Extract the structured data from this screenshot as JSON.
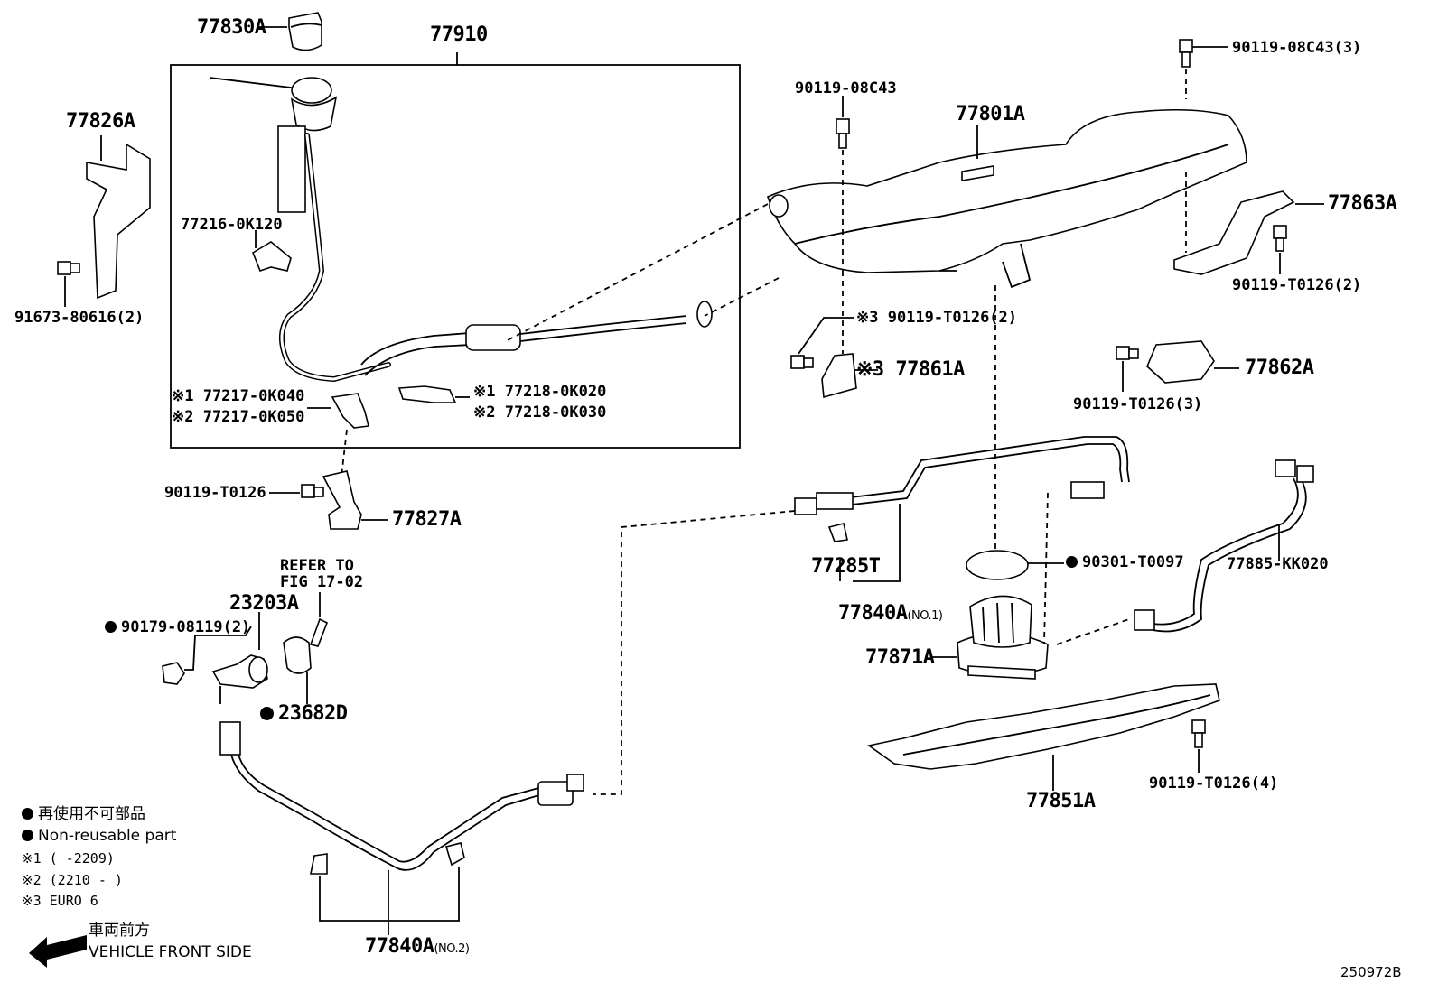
{
  "labels": {
    "p77830A": "77830A",
    "p77910": "77910",
    "p77826A": "77826A",
    "p91673": "91673-80616(2)",
    "p77216": "77216-0K120",
    "p77217a": "※1 77217-0K040",
    "p77217b": "※2 77217-0K050",
    "p77218a": "※1 77218-0K020",
    "p77218b": "※2 77218-0K030",
    "p90119_t0126": "90119-T0126",
    "p77827A": "77827A",
    "p90119_08c43": "90119-08C43",
    "p77801A": "77801A",
    "p90119_08c43_3": "90119-08C43(3)",
    "p77863A": "77863A",
    "p90119_t0126_2r": "90119-T0126(2)",
    "p90119_t0126_2c": "※3 90119-T0126(2)",
    "p77861A": "※3 77861A",
    "p77862A": "77862A",
    "p90119_t0126_3": "90119-T0126(3)",
    "p90301": "90301-T0097",
    "p77885": "77885-KK020",
    "p77285T": "77285T",
    "p77840A_no1": "77840A",
    "p77840A_no1_sub": "(NO.1)",
    "p77871A": "77871A",
    "p90119_t0126_4": "90119-T0126(4)",
    "p77851A": "77851A",
    "p23203A": "23203A",
    "refer1": "REFER TO",
    "refer2": "FIG 17-02",
    "p90179": "90179-08119(2)",
    "p23682D": "23682D",
    "p77840A_no2": "77840A",
    "p77840A_no2_sub": "(NO.2)"
  },
  "legend": {
    "jp_nonreuse": "再使用不可部品",
    "en_nonreuse": "Non-reusable part",
    "note1": "※1 (      -2209)",
    "note2": "※2 (2210 -       )",
    "note3": "※3  EURO 6",
    "front_jp": "車両前方",
    "front_en": "VEHICLE FRONT SIDE"
  },
  "diagram_id": "250972B"
}
